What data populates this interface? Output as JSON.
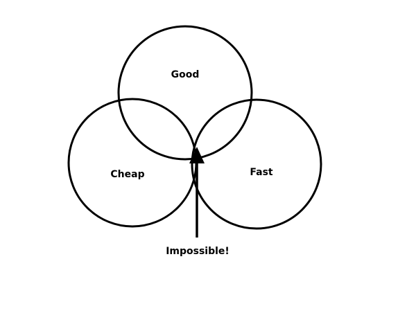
{
  "diagram": {
    "circles": [
      {
        "id": "good",
        "label": "Good"
      },
      {
        "id": "cheap",
        "label": "Cheap"
      },
      {
        "id": "fast",
        "label": "Fast"
      }
    ],
    "annotation": "Impossible!",
    "stroke_color": "#000000"
  }
}
